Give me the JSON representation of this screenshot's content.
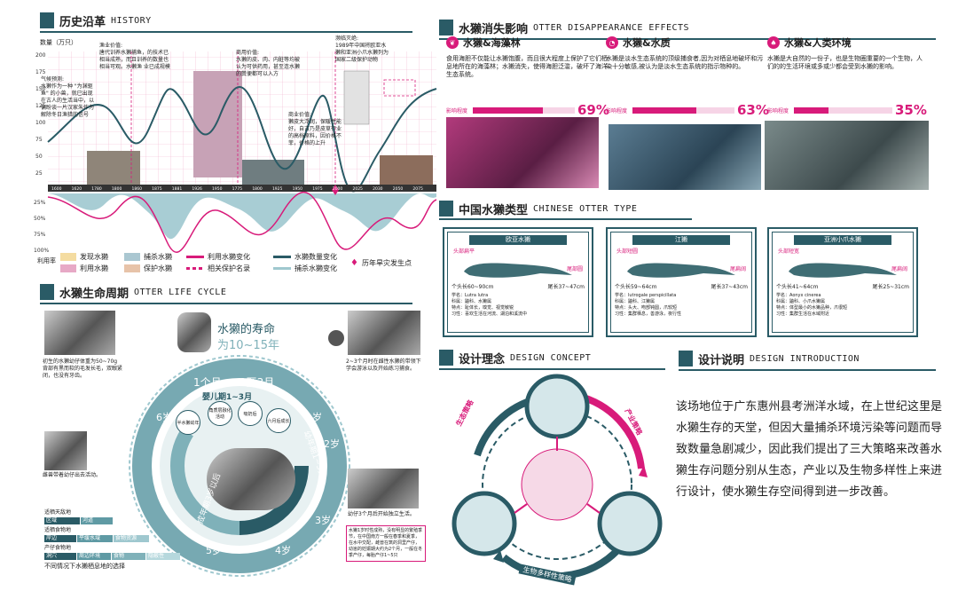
{
  "history": {
    "title_cn": "历史沿革",
    "title_en": "HISTORY",
    "ylabel": "数量（万只）",
    "yticks": [
      "200",
      "175",
      "150",
      "125",
      "100",
      "75",
      "50",
      "25"
    ],
    "down_ticks": [
      "25%",
      "50%",
      "75%",
      "100%"
    ],
    "xticks": [
      "1600",
      "1620",
      "1780",
      "1800",
      "1860",
      "1875",
      "1881",
      "1926",
      "1950",
      "1775",
      "1800",
      "1925",
      "1950",
      "1975",
      "2000",
      "2025",
      "2030",
      "2050",
      "2075"
    ],
    "notes": [
      "渔业价值:\n唐代训养水獭捕鱼，的技术已相当成熟，而且训养的数量也相当可观。水獭渔 业已成规模",
      "气候预测:\n水獭作为一种 \"为渊驱鱼\" 的小兽，就已出现在古人的生活当中，以偏盼谈一片汉家朱作为解除冬日渔猎的信号",
      "商用价值:\n水獭的皮、肉、内脏等均被认为可供药用，甚至连水獭的粪便都可以入方",
      "商业价值:\n獭皮大浮润，保暖性能好，自古乃是皮草行业的高档原料，因价格不菲，价格的上升",
      "濒临灭绝:\n1989年中国将欧亚水獭和亚洲小爪水獭列为国家二级保护动物"
    ],
    "legend": [
      "发现水獭",
      "捕杀水獭",
      "利用水獭变化",
      "水獭数量变化",
      "利用水獭",
      "保护水獭",
      "相关保护名录",
      "捕杀水獭变化",
      "历年旱灾发生点"
    ],
    "legend_prefix": "利用率"
  },
  "effects": {
    "title_cn": "水獭消失影响",
    "title_en": "OTTER DISAPPEARANCE EFFECTS",
    "items": [
      {
        "icon": "seaweed-icon",
        "title": "水獭&海藻林",
        "text": "食用海胆不仅能让水獭饱腹，而且很大程度上保护了它们栖息地所在的海藻林；水獭消失，使得海胆泛滥，破坏了海洋生态系统。",
        "label": "影响程度",
        "pct": "69%",
        "value": 0.69
      },
      {
        "icon": "water-icon",
        "title": "水獭&水质",
        "text": "水獭是淡水生态系统的顶级捕食者,因为对栖息地破坏和污染十分敏感,被认为是淡水生态系统的指示物种的。",
        "label": "影响程度",
        "pct": "63%",
        "value": 0.63
      },
      {
        "icon": "human-icon",
        "title": "水獭&人类环境",
        "text": "水獭是大自然的一份子，也是生物圈重要的一个生物，人们的的生活环境或多或少都会受到水獭的影响。",
        "label": "影响程度",
        "pct": "35%",
        "value": 0.35
      }
    ]
  },
  "types": {
    "title_cn": "中国水獭类型",
    "title_en": "CHINESE OTTER TYPE",
    "cards": [
      {
        "name": "欧亚水獭",
        "head": "头部扁平",
        "tail": "尾部圆",
        "size": "个头长60~90cm",
        "tail_len": "尾长37~47cm",
        "info": "学名：Lutra lutra\n科属：鼬科、水獭属\n特点：趾体长，嗅觉、视觉敏锐\n习性：喜欢生活在河流、湖泊和溪流中"
      },
      {
        "name": "江獭",
        "head": "头部短圆",
        "tail": "尾扁阔",
        "size": "个头长59~64cm",
        "tail_len": "尾长37~43cm",
        "info": "学名：lutrogale perspicillata\n科属：鼬科、江獭属\n特点：头大、吻部钝圆，爪较短\n习性：集群栖息，善游泳，夜行性"
      },
      {
        "name": "亚洲小爪水獭",
        "head": "头部短宽",
        "tail": "尾扁阔",
        "size": "个头长41~64cm",
        "tail_len": "尾长25~31cm",
        "info": "学名：Aonyx cinerea\n科属：鼬科、小爪水獭属\n特点：体型最小的水獭品种，爪很短\n习性：集群生活在水域附近"
      }
    ]
  },
  "lifecycle": {
    "title_cn": "水獭生命周期",
    "title_en": "OTTER LIFE CYCLE",
    "lifespan_a": "水獭的寿命",
    "lifespan_b": "为10~15年",
    "ring_labels": [
      "1个月",
      "2至3月",
      "1岁",
      "2岁",
      "3岁",
      "4岁",
      "5岁",
      "6岁"
    ],
    "stage_labels": [
      "婴儿期1~3月",
      "幼年期1~3岁",
      "成年期3岁以后"
    ],
    "bubbles": [
      "半水獭幼年",
      "角质层融化活动",
      "吸奶后",
      "六月后成长"
    ],
    "notes": [
      "初生的水獭幼仔体重为50~70g 背部有黑而软的毛发长毛，双眼紧闭，也没有牙齿。",
      "2~3个月时在雌性水獭的带领下学会游泳以及开始练习捕食。",
      "雌兽带着幼仔出去活动。",
      "幼仔3个月后开始独立生活。",
      "水獭1岁时性成熟，没有明显的繁殖季节，在中国南方一般在春季和夏季，在水中交配，雌兽在筑的洞里产仔，幼崽的妊娠期大约为2个月，一般在冬季产仔，每胎产仔1~5只"
    ],
    "bars_title": "不同情况下水獭栖息地的选择",
    "bars": [
      {
        "label": "适栖天敌地",
        "cells": [
          "区域",
          "河道"
        ]
      },
      {
        "label": "适栖食物地",
        "cells": [
          "岸边",
          "平缓水域",
          "食物资源"
        ]
      },
      {
        "label": "产仔食物地",
        "cells": [
          "洞穴",
          "周边环境",
          "食物",
          "隐蔽性"
        ]
      }
    ]
  },
  "concept": {
    "title_cn": "设计理念",
    "title_en": "DESIGN CONCEPT",
    "arrows": [
      "生态策略",
      "产业策略",
      "生物多样性策略"
    ]
  },
  "intro": {
    "title_cn": "设计说明",
    "title_en": "DESIGN INTRODUCTION",
    "text": "该场地位于广东惠州县考洲洋水域，在上世纪这里是水獭生存的天堂，但因大量捕杀环境污染等问题而导致数量急剧减少，因此我们提出了三大策略来改善水獭生存问题分别从生态，产业以及生物多样性上来进行设计，使水獭生存空间得到进一步改善。"
  },
  "colors": {
    "accent": "#2a5b66",
    "pink": "#d81b7a",
    "teal_light": "#9fc8cf"
  }
}
